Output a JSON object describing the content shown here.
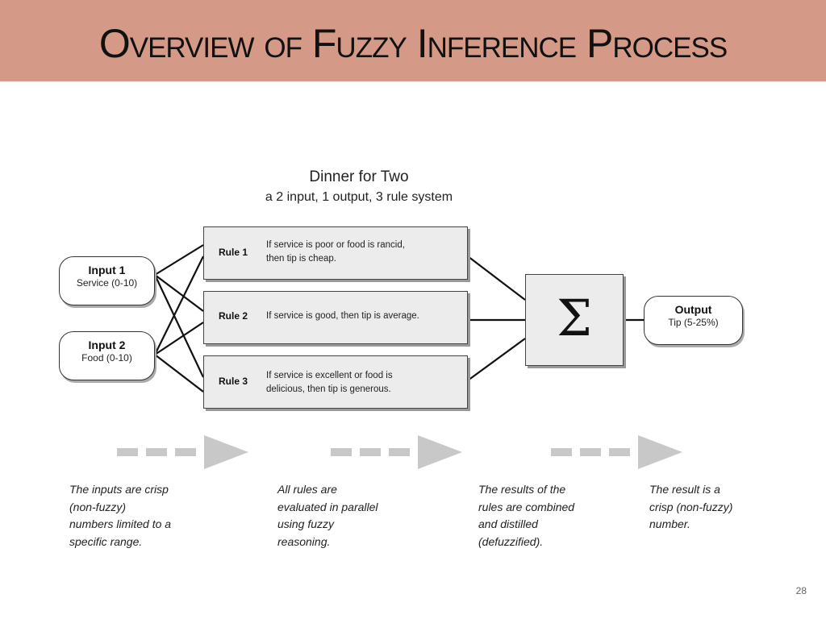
{
  "slide": {
    "title": "Overview of Fuzzy Inference Process",
    "page_number": "28"
  },
  "diagram": {
    "title": "Dinner for Two",
    "subtitle": "a 2 input, 1 output, 3 rule system",
    "inputs": [
      {
        "title": "Input 1",
        "subtitle": "Service (0-10)"
      },
      {
        "title": "Input 2",
        "subtitle": "Food (0-10)"
      }
    ],
    "rules": [
      {
        "label": "Rule 1",
        "text": "If service is poor or food is rancid,\nthen tip is cheap."
      },
      {
        "label": "Rule 2",
        "text": "If service is good, then tip is average."
      },
      {
        "label": "Rule 3",
        "text": "If service is excellent or food is\ndelicious, then tip is generous."
      }
    ],
    "aggregator_symbol": "Σ",
    "aggregator_icon": "sigma-icon",
    "output": {
      "title": "Output",
      "subtitle": "Tip (5-25%)"
    }
  },
  "captions": [
    "The inputs are crisp\n(non-fuzzy)\nnumbers limited to a\nspecific range.",
    "All rules are\nevaluated in parallel\nusing fuzzy\nreasoning.",
    "The results of the\nrules are combined\nand distilled\n(defuzzified).",
    "The result is  a\ncrisp (non-fuzzy)\nnumber."
  ],
  "colors": {
    "header_bg": "#d59a87",
    "box_fill": "#ececec",
    "arrow_gray": "#c8c8c8"
  }
}
